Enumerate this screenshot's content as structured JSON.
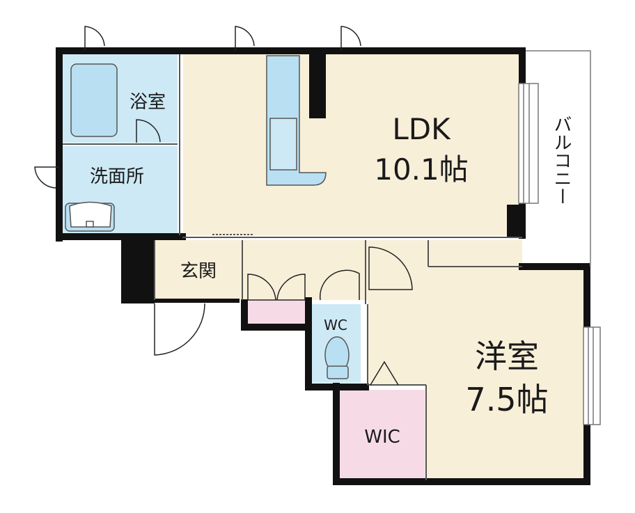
{
  "rooms": {
    "bath": "浴室",
    "washroom": "洗面所",
    "ldk_name": "LDK",
    "ldk_size": "10.1帖",
    "entrance": "玄関",
    "wc": "WC",
    "western_name": "洋室",
    "western_size": "7.5帖",
    "wic": "WIC",
    "balcony": "バルコニー"
  },
  "colors": {
    "floor": "#f8efd9",
    "wet": "#cde9f5",
    "fixture": "#b9e0f2",
    "storage": "#f6dbe7",
    "wall": "#111111",
    "line": "#888888"
  }
}
